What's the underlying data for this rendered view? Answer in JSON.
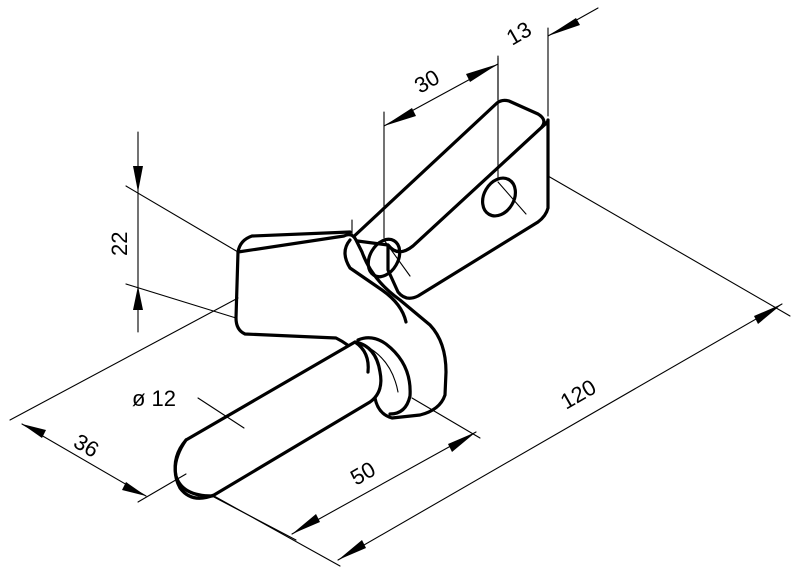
{
  "dimensions": {
    "d13": "13",
    "d30": "30",
    "d22": "22",
    "d12": "ø 12",
    "d36": "36",
    "d50": "50",
    "d120": "120"
  }
}
